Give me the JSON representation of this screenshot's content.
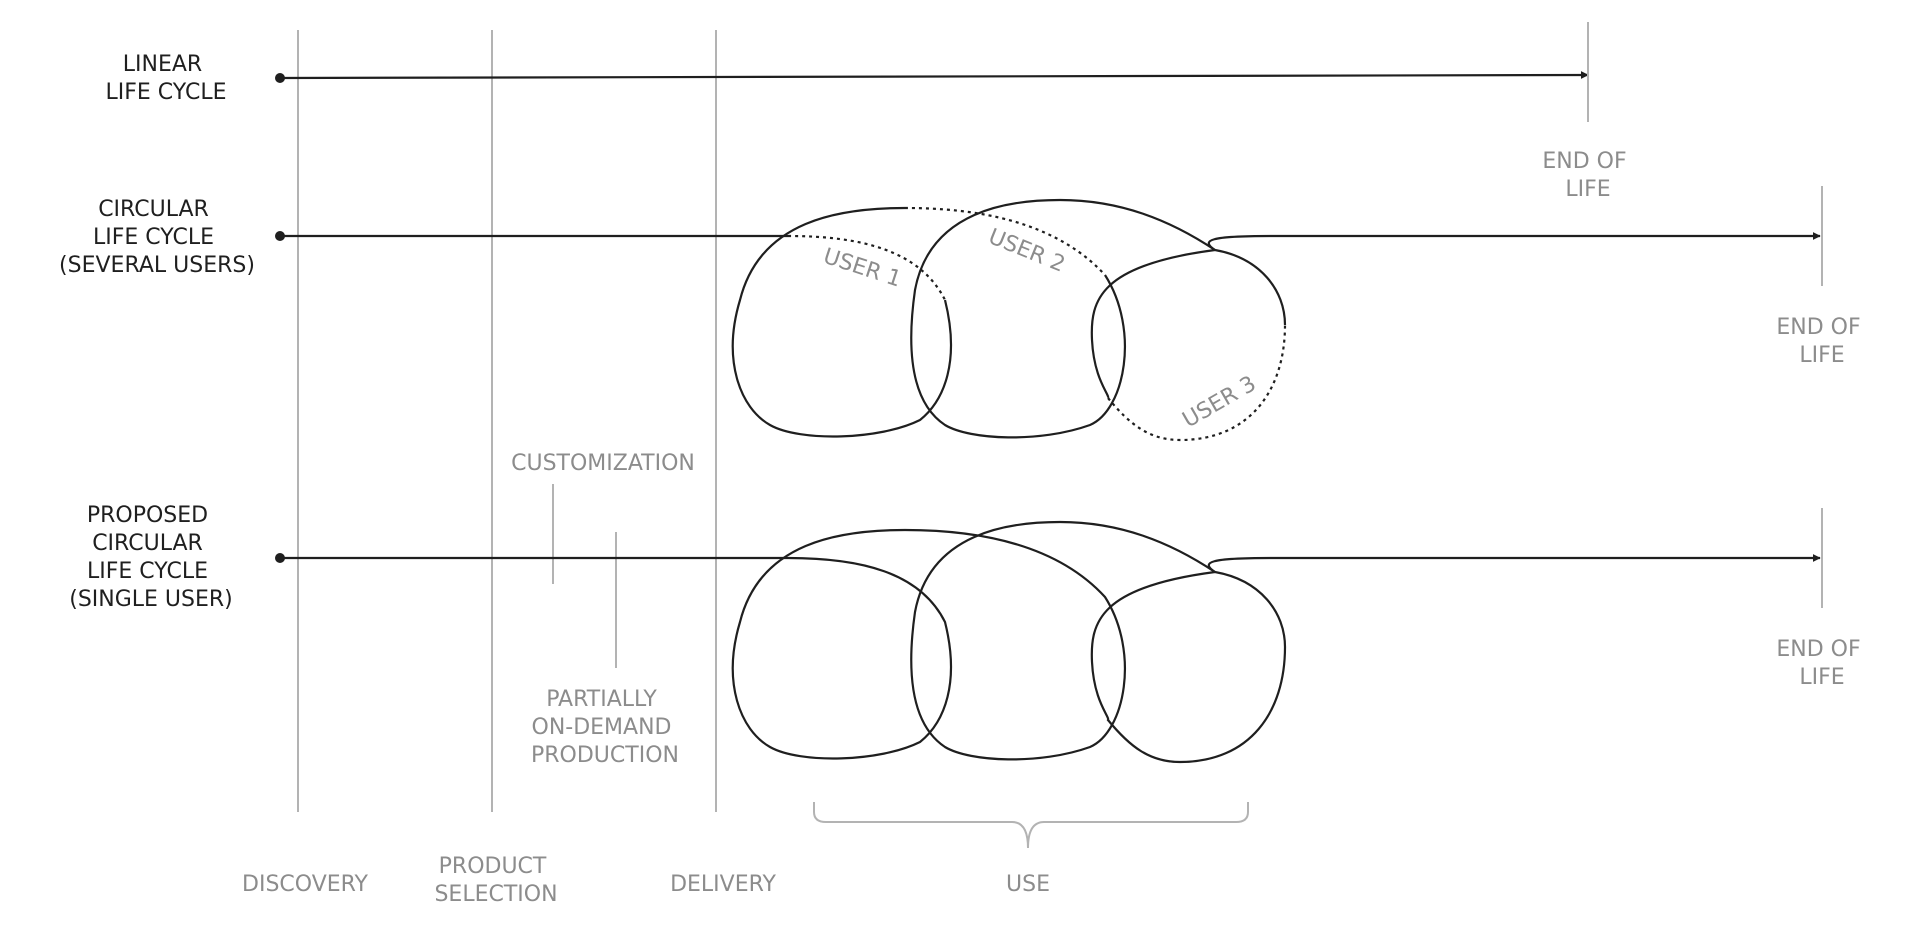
{
  "rows": {
    "linear": {
      "label": [
        "LINEAR",
        "LIFE CYCLE"
      ],
      "end_label": [
        "END OF",
        "LIFE"
      ]
    },
    "circular_several": {
      "label": [
        "CIRCULAR",
        "LIFE CYCLE",
        "(SEVERAL USERS)"
      ],
      "end_label": [
        "END OF",
        "LIFE"
      ],
      "users": [
        "USER 1",
        "USER 2",
        "USER 3"
      ]
    },
    "proposed_single": {
      "label": [
        "PROPOSED",
        "CIRCULAR",
        "LIFE CYCLE",
        "(SINGLE USER)"
      ],
      "end_label": [
        "END OF",
        "LIFE"
      ]
    }
  },
  "annotations": {
    "customization": "CUSTOMIZATION",
    "on_demand": [
      "PARTIALLY",
      "ON-DEMAND",
      "PRODUCTION"
    ]
  },
  "phases": {
    "discovery": "DISCOVERY",
    "product_selection": [
      "PRODUCT",
      "SELECTION"
    ],
    "delivery": "DELIVERY",
    "use": "USE"
  },
  "colors": {
    "ink": "#1f1f1f",
    "muted": "#8c8c8c",
    "rule": "#b3b3b3"
  }
}
